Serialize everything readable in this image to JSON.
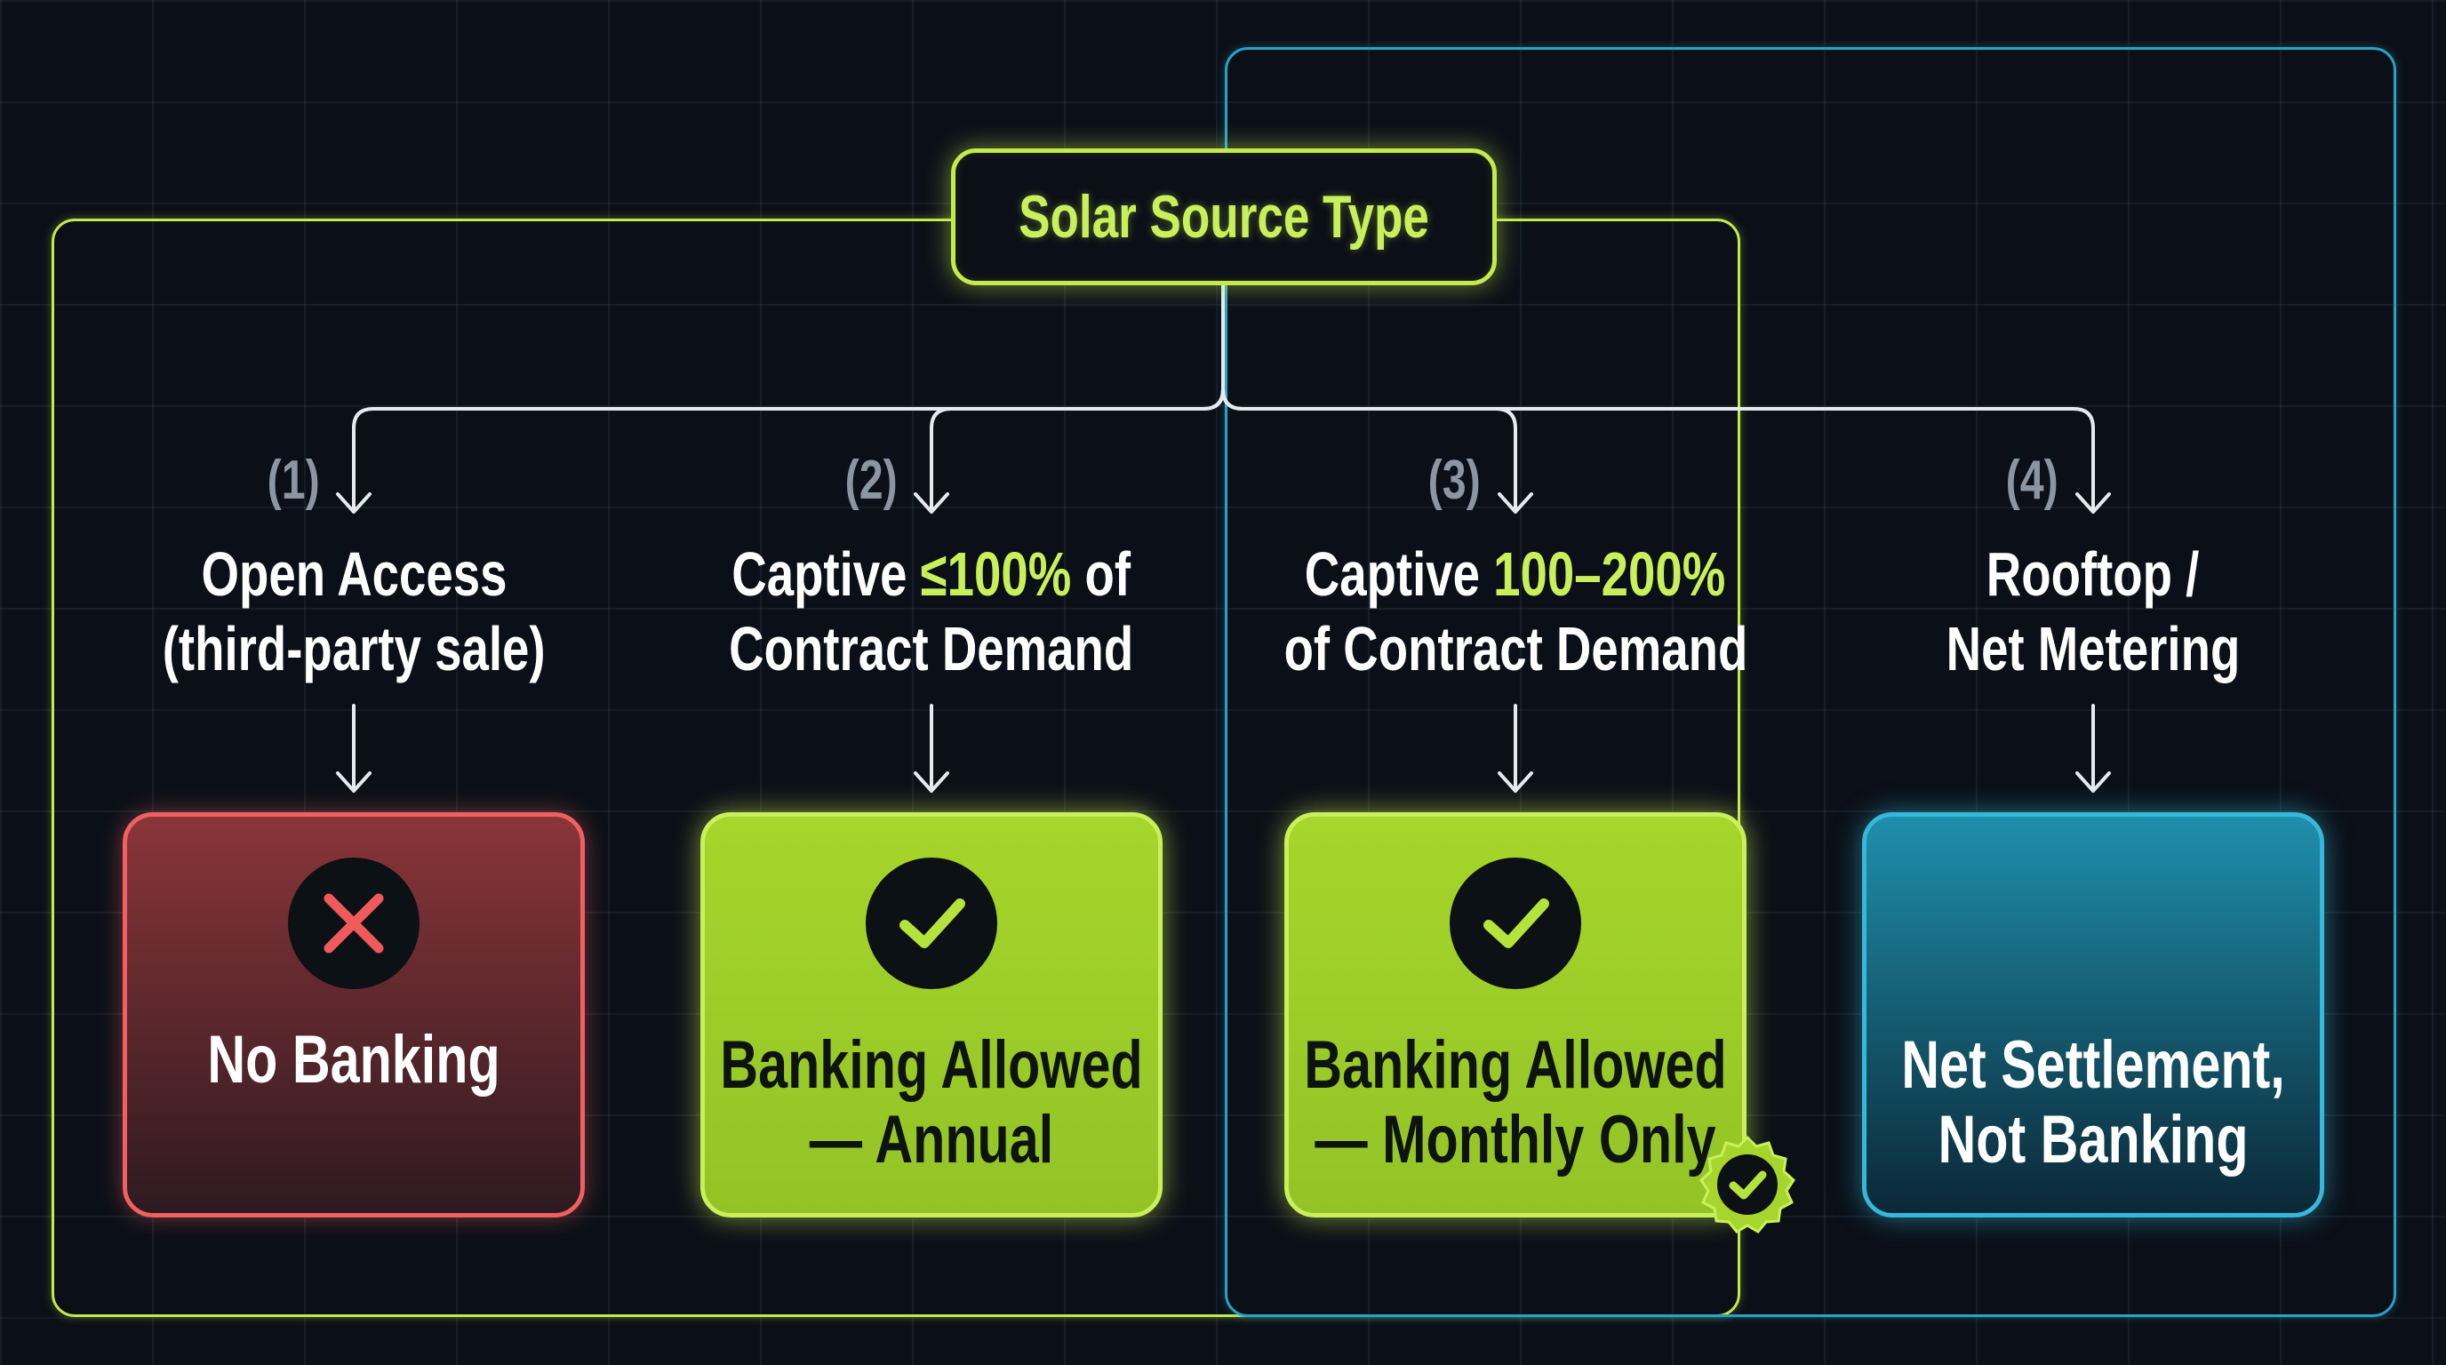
{
  "diagram": {
    "root": {
      "title": "Solar Source Type"
    },
    "colors": {
      "background": "#0b1018",
      "accent_green": "#c4ea4b",
      "accent_blue": "#2aa2c4",
      "no_banking_red": "#f06060",
      "connector": "#e6eaf0",
      "number_gray": "#8c96a2"
    },
    "branches": [
      {
        "number": "(1)",
        "label_line1": "Open Access",
        "label_line2": "(third-party sale)",
        "outcome": {
          "status": "no",
          "icon": "x-icon",
          "line1": "No Banking",
          "line2": ""
        }
      },
      {
        "number": "(2)",
        "label_line1_pre": "Captive ",
        "label_line1_highlight": "≤100%",
        "label_line1_post": " of",
        "label_line2": "Contract Demand",
        "outcome": {
          "status": "yes",
          "icon": "checkmark-icon",
          "line1": "Banking Allowed",
          "line2": "— Annual"
        }
      },
      {
        "number": "(3)",
        "label_line1_pre": "Captive ",
        "label_line1_highlight": "100–200%",
        "label_line2": "of Contract Demand",
        "outcome": {
          "status": "yes",
          "icon": "checkmark-icon",
          "line1": "Banking Allowed",
          "line2": "— Monthly Only",
          "badge_icon": "verified-badge-icon"
        }
      },
      {
        "number": "(4)",
        "label_line1": "Rooftop /",
        "label_line2": "Net Metering",
        "outcome": {
          "status": "neutral",
          "icon": "",
          "line1": "Net Settlement,",
          "line2": "Not Banking"
        }
      }
    ]
  }
}
